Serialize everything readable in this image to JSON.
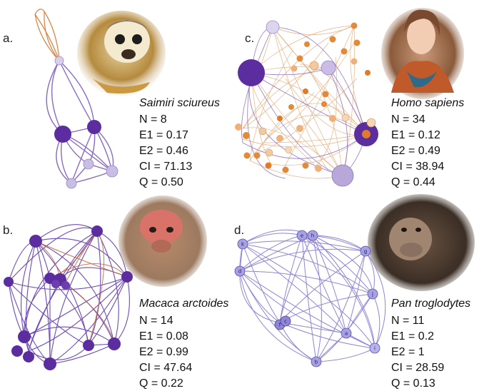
{
  "panels": {
    "a": {
      "letter": "a.",
      "species": "Saimiri sciureus",
      "stats": [
        "N = 8",
        "E1 = 0.17",
        "E2 = 0.46",
        "CI = 71.13",
        "Q = 0.50"
      ],
      "photo": "squirrel-monkey-photo"
    },
    "b": {
      "letter": "b.",
      "species": "Macaca arctoides",
      "stats": [
        "N = 14",
        "E1 = 0.08",
        "E2 = 0.99",
        "CI = 47.64",
        "Q = 0.22"
      ],
      "photo": "stump-tailed-macaque-photo"
    },
    "c": {
      "letter": "c.",
      "species": "Homo sapiens",
      "stats": [
        "N = 34",
        "E1 = 0.12",
        "E2 = 0.49",
        "CI = 38.94",
        "Q = 0.44"
      ],
      "photo": "human-photo"
    },
    "d": {
      "letter": "d.",
      "species": "Pan troglodytes",
      "stats": [
        "N = 11",
        "E1 = 0.2",
        "E2 = 1",
        "CI = 28.59",
        "Q = 0.13"
      ],
      "photo": "chimpanzee-photo",
      "node_labels": [
        "k",
        "e",
        "h",
        "g",
        "d",
        "j",
        "f",
        "c",
        "a",
        "i",
        "b"
      ]
    }
  },
  "colors": {
    "purple_dark": "#5b2d9e",
    "purple_mid": "#8a6cc6",
    "purple_light": "#c9bde6",
    "orange_edge": "#d9803a",
    "orange_node": "#e08a3c",
    "periwinkle": "#8f86d8"
  }
}
